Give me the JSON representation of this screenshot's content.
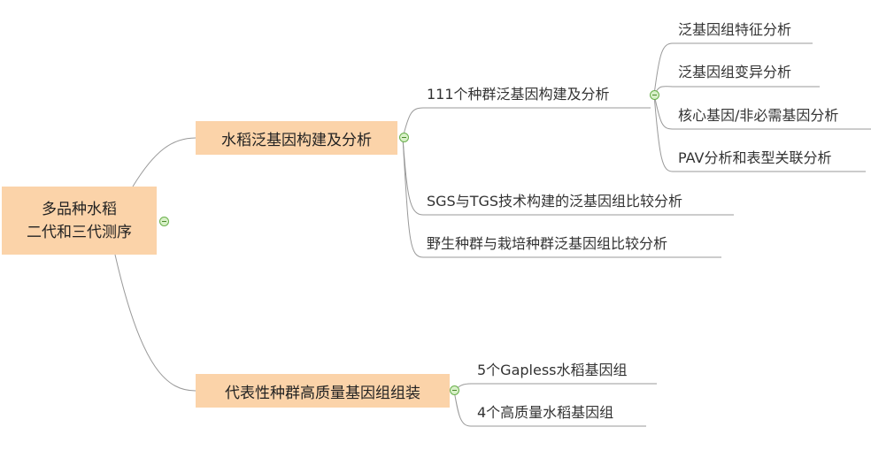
{
  "mindmap": {
    "root": {
      "line1": "多品种水稻",
      "line2": "二代和三代测序"
    },
    "branches": [
      {
        "label": "水稻泛基因构建及分析",
        "children": [
          {
            "label": "111个种群泛基因构建及分析",
            "children": [
              "泛基因组特征分析",
              "泛基因组变异分析",
              "核心基因/非必需基因分析",
              "PAV分析和表型关联分析"
            ]
          },
          {
            "label": "SGS与TGS技术构建的泛基因组比较分析"
          },
          {
            "label": "野生种群与栽培种群泛基因组比较分析"
          }
        ]
      },
      {
        "label": "代表性种群高质量基因组组装",
        "children": [
          {
            "label": "5个Gapless水稻基因组"
          },
          {
            "label": "4个高质量水稻基因组"
          }
        ]
      }
    ]
  },
  "colors": {
    "node_fill": "#fbd3a9",
    "connector": "#999999",
    "toggle_border": "#6ab04c",
    "toggle_fill": "#d8f0c8"
  }
}
